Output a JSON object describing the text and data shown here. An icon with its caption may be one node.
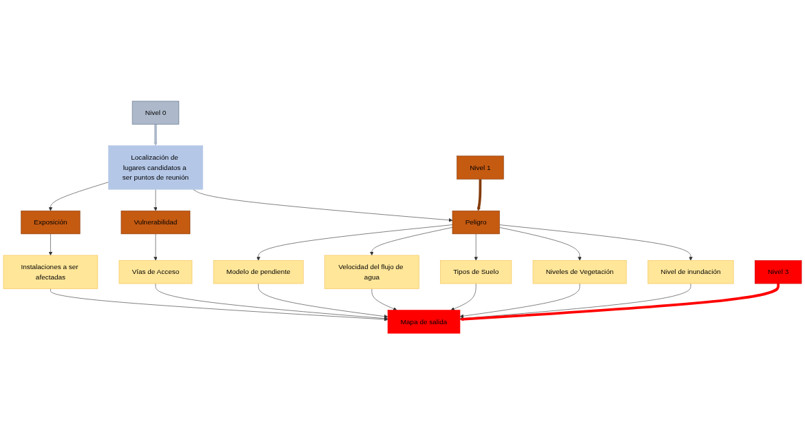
{
  "diagram": {
    "nodes": [
      {
        "text": [
          "Nivel 0"
        ]
      },
      {
        "text": [
          "Localización de lugares candidatos a ser puntos de reunión"
        ]
      },
      {
        "text": [
          "Nivel 1"
        ]
      },
      {
        "text": [
          "Peligro"
        ]
      },
      {
        "text": [
          "Vulnerabilidad"
        ]
      },
      {
        "text": [
          "Exposición"
        ]
      },
      {
        "text": [
          "Nivel de inundación"
        ]
      },
      {
        "text": [
          "Niveles de Vegetación"
        ]
      },
      {
        "text": [
          "Tipos de Suelo"
        ]
      },
      {
        "text": [
          "Velocidad del flujo de agua"
        ]
      },
      {
        "text": [
          "Modelo de pendiente"
        ]
      },
      {
        "text": [
          "Vías de Acceso"
        ]
      },
      {
        "text": [
          "Instalaciones a ser afectadas"
        ]
      },
      {
        "text": [
          "Nivel 3"
        ]
      },
      {
        "text": [
          "Mapa de salida"
        ]
      }
    ],
    "edges": [
      {
        "from": 0,
        "to": 1,
        "arrow": "to",
        "style": "thick",
        "color": "#adb9ca"
      },
      {
        "from": 1,
        "to": 3,
        "arrow": "to"
      },
      {
        "from": 1,
        "to": 4,
        "arrow": "to"
      },
      {
        "from": 1,
        "to": 5,
        "arrow": "to"
      },
      {
        "from": 2,
        "to": 3,
        "arrow": "to",
        "style": "thick",
        "color": "#843c0c"
      },
      {
        "from": 3,
        "to": 6,
        "arrow": "to"
      },
      {
        "from": 3,
        "to": 7,
        "arrow": "to"
      },
      {
        "from": 3,
        "to": 8,
        "arrow": "to"
      },
      {
        "from": 3,
        "to": 9,
        "arrow": "to"
      },
      {
        "from": 3,
        "to": 10,
        "arrow": "to"
      },
      {
        "from": 4,
        "to": 11,
        "arrow": "to"
      },
      {
        "from": 5,
        "to": 12,
        "arrow": "to"
      },
      {
        "from": 6,
        "to": 14,
        "arrow": "to"
      },
      {
        "from": 7,
        "to": 14,
        "arrow": "to"
      },
      {
        "from": 8,
        "to": 14,
        "arrow": "to"
      },
      {
        "from": 9,
        "to": 14,
        "arrow": "to"
      },
      {
        "from": 10,
        "to": 14,
        "arrow": "to"
      },
      {
        "from": 11,
        "to": 14,
        "arrow": "to"
      },
      {
        "from": 12,
        "to": 14,
        "arrow": "to"
      },
      {
        "from": 13,
        "to": 14,
        "arrow": "to",
        "style": "thick",
        "color": "#ff0000"
      }
    ]
  }
}
